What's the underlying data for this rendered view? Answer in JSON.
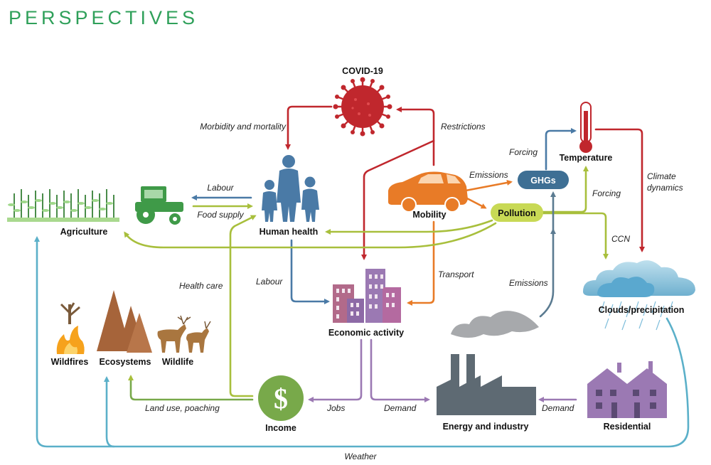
{
  "header": {
    "title": "PERSPECTIVES"
  },
  "nodes": {
    "covid": "COVID-19",
    "human_health": "Human health",
    "agriculture": "Agriculture",
    "mobility": "Mobility",
    "ghgs": "GHGs",
    "temperature": "Temperature",
    "pollution": "Pollution",
    "clouds": "Clouds/precipitation",
    "economic": "Economic activity",
    "wildfires": "Wildfires",
    "ecosystems": "Ecosystems",
    "wildlife": "Wildlife",
    "income": "Income",
    "energy": "Energy and industry",
    "residential": "Residential",
    "income_symbol": "$"
  },
  "edges": {
    "morbidity": "Morbidity and mortality",
    "restrictions": "Restrictions",
    "labour_agri": "Labour",
    "food_supply": "Food supply",
    "emissions_mob": "Emissions",
    "forcing_ghg": "Forcing",
    "forcing_poll": "Forcing",
    "climate1": "Climate",
    "climate2": "dynamics",
    "ccn": "CCN",
    "labour_econ": "Labour",
    "transport": "Transport",
    "health_care": "Health care",
    "emissions_ind": "Emissions",
    "land_use": "Land use, poaching",
    "jobs": "Jobs",
    "demand_econ": "Demand",
    "demand_res": "Demand",
    "weather": "Weather"
  },
  "colors": {
    "header": "#2fa05a",
    "covid": "#c0272d",
    "health": "#4a7aa6",
    "green": "#b4c94a",
    "orange": "#e87b27",
    "purple": "#9b79b3",
    "teal": "#5bb0c9",
    "slate": "#5b7b91",
    "tractor": "#3f9a48",
    "income": "#78a94a"
  }
}
